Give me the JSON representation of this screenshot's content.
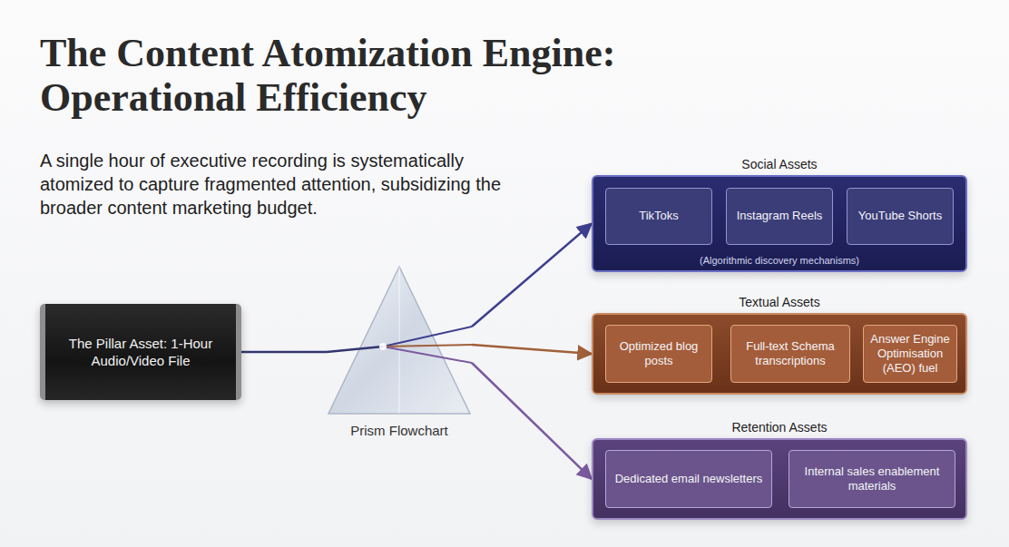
{
  "diagram": {
    "title": "The Content Atomization Engine: Operational Efficiency",
    "caption": "A single hour of executive recording is systematically atomized to capture fragmented attention, subsidizing the broader content marketing budget.",
    "nodes": [
      {
        "text": [
          "The Pillar Asset: 1-Hour Audio/Video File"
        ]
      },
      {
        "text": [
          "Prism Flowchart"
        ]
      },
      {
        "text": [
          "Social Assets",
          "(Algorithmic discovery mechanisms)"
        ]
      },
      {
        "text": [
          "TikToks"
        ],
        "in": 2
      },
      {
        "text": [
          "Instagram Reels"
        ],
        "in": 2
      },
      {
        "text": [
          "YouTube Shorts"
        ],
        "in": 2
      },
      {
        "text": [
          "Textual Assets"
        ]
      },
      {
        "text": [
          "Optimized blog posts"
        ],
        "in": 6
      },
      {
        "text": [
          "Full-text Schema transcriptions"
        ],
        "in": 6
      },
      {
        "text": [
          "Answer Engine Optimisation (AEO) fuel"
        ],
        "in": 6
      },
      {
        "text": [
          "Retention Assets"
        ]
      },
      {
        "text": [
          "Dedicated email newsletters"
        ],
        "in": 10
      },
      {
        "text": [
          "Internal sales enablement materials"
        ],
        "in": 10
      }
    ],
    "edges": [
      {
        "from": 0,
        "to": 1,
        "arrow": "none"
      },
      {
        "from": 1,
        "to": 2,
        "arrow": "to"
      },
      {
        "from": 1,
        "to": 6,
        "arrow": "to"
      },
      {
        "from": 1,
        "to": 10,
        "arrow": "to"
      },
      {
        "from": 3,
        "to": 4,
        "arrow": "none"
      },
      {
        "from": 4,
        "to": 5,
        "arrow": "none"
      },
      {
        "from": 7,
        "to": 8,
        "arrow": "none"
      },
      {
        "from": 8,
        "to": 9,
        "arrow": "none"
      },
      {
        "from": 11,
        "to": 12,
        "arrow": "none"
      }
    ]
  }
}
